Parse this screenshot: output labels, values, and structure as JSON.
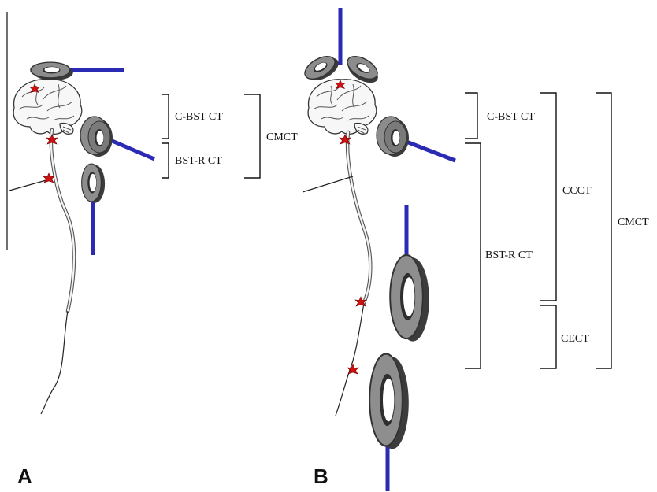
{
  "panels": {
    "a": {
      "label": "A",
      "brackets": {
        "cbst": "C-BST CT",
        "bstr": "BST-R CT",
        "cmct": "CMCT"
      }
    },
    "b": {
      "label": "B",
      "brackets": {
        "cbst": "C-BST CT",
        "bstr": "BST-R CT",
        "ccct": "CCCT",
        "cect": "CECT",
        "cmct": "CMCT"
      }
    }
  },
  "colors": {
    "coil_wire": "#2a2ab4",
    "stimulation_site": "#cc1111",
    "coil_gray": "#8c8c8c",
    "coil_edge": "#333333"
  },
  "icons": [
    "brain-icon",
    "magnetic-coil-icon",
    "stimulation-site-icon",
    "spinal-cord-icon",
    "peripheral-nerve-icon"
  ]
}
